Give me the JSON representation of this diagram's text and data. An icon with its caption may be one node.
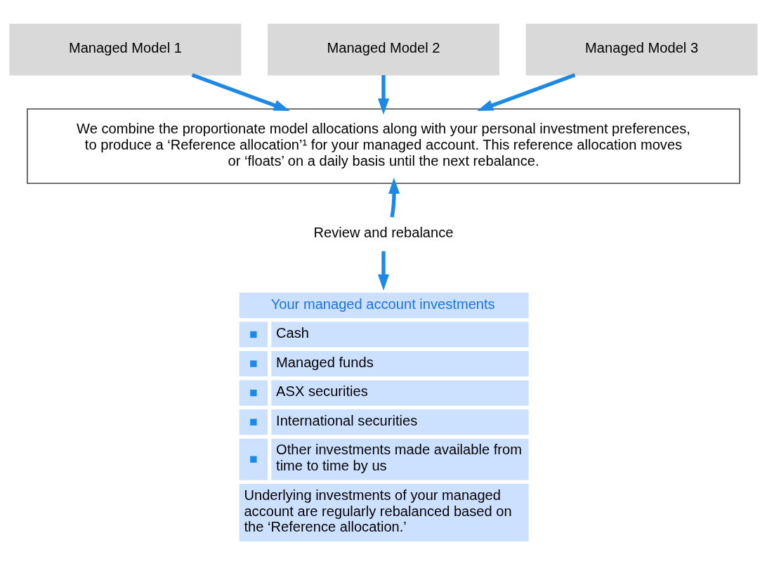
{
  "diagram": {
    "nodes": [
      {
        "text": [
          "Managed Model 1"
        ]
      },
      {
        "text": [
          "Managed Model 2"
        ]
      },
      {
        "text": [
          "Managed Model 3"
        ]
      },
      {
        "text": [
          "We combine the proportionate model allocations along with your personal investment preferences, to produce a ‘Reference allocation’¹ for your managed account. This reference allocation moves or ‘floats’ on a daily basis until the next rebalance."
        ]
      },
      {
        "text": [
          "Review and rebalance"
        ]
      },
      {
        "text": [
          "Your managed account investments",
          "Cash",
          "Managed funds",
          "ASX securities",
          "International securities",
          "Other investments made available from time to time by us",
          "Underlying investments of your managed account are regularly rebalanced based on the ‘Reference allocation.’"
        ]
      }
    ],
    "edges": [
      {
        "from": 0,
        "to": 3,
        "arrow": "to"
      },
      {
        "from": 1,
        "to": 3,
        "arrow": "to"
      },
      {
        "from": 2,
        "to": 3,
        "arrow": "to"
      },
      {
        "from": 4,
        "to": 3,
        "arrow": "to"
      },
      {
        "from": 4,
        "to": 5,
        "arrow": "to"
      }
    ]
  }
}
